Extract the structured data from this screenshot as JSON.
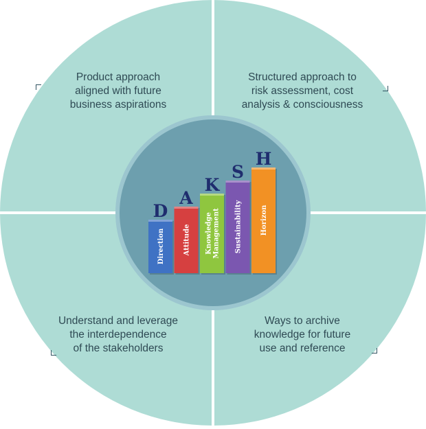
{
  "quadrants": {
    "top_left": {
      "lines": [
        "Product approach",
        "aligned with future",
        "business aspirations"
      ]
    },
    "top_right": {
      "lines": [
        "Structured approach to",
        "risk assessment, cost",
        "analysis & consciousness"
      ]
    },
    "bottom_left": {
      "lines": [
        "Understand and leverage",
        "the interdependence",
        "of the stakeholders"
      ]
    },
    "bottom_right": {
      "lines": [
        "Ways to archive",
        "knowledge for future",
        "use and reference"
      ]
    }
  },
  "bars": [
    {
      "letter": "D",
      "label": [
        "Direction"
      ],
      "color": "#3f72c4",
      "level": 1
    },
    {
      "letter": "A",
      "label": [
        "Attitude"
      ],
      "color": "#d64040",
      "level": 2
    },
    {
      "letter": "K",
      "label": [
        "Knowledge",
        "Management"
      ],
      "color": "#8fc63f",
      "level": 3
    },
    {
      "letter": "S",
      "label": [
        "Sustainability"
      ],
      "color": "#7b57b0",
      "level": 4
    },
    {
      "letter": "H",
      "label": [
        "Horizon"
      ],
      "color": "#f29124",
      "level": 5
    }
  ],
  "colors": {
    "outer_fill": "#aedcd5",
    "center_fill": "#6d9fae",
    "center_ring": "#9cc6cf",
    "letter_color": "#1f2d6e"
  }
}
